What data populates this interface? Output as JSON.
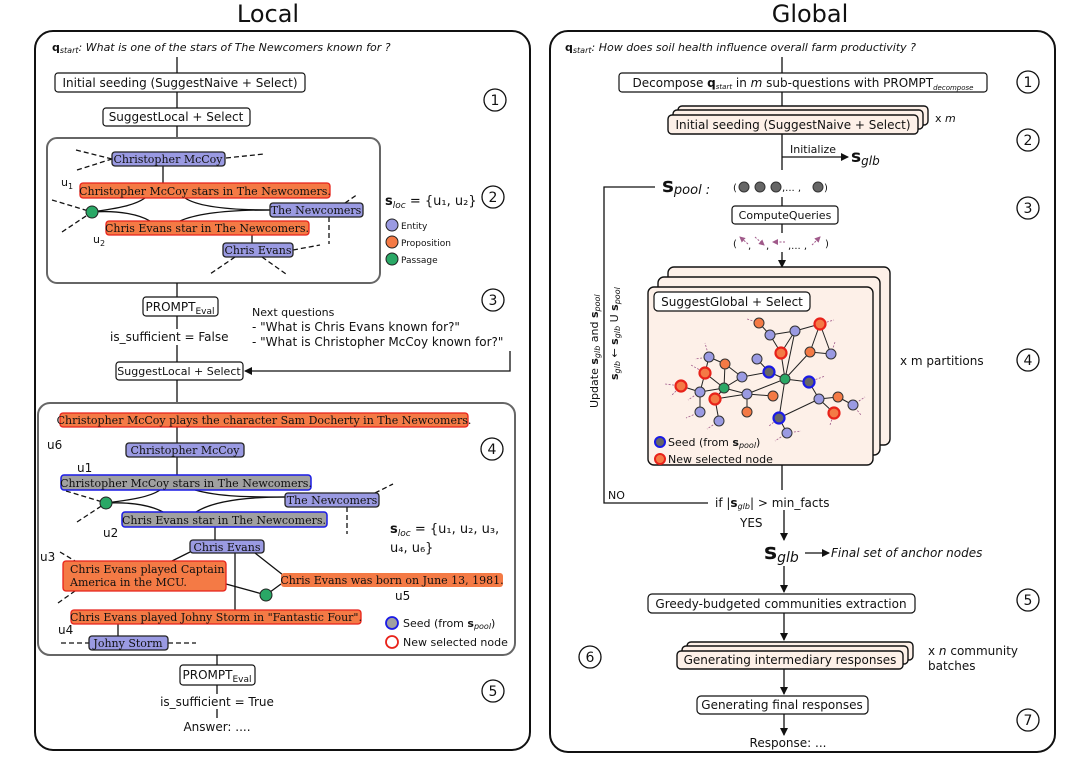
{
  "local": {
    "title": "Local",
    "q_label": "q",
    "q_sub": "start",
    "q_text": ": What is one of the stars of  The Newcomers known for ?",
    "initial_seeding": "Initial seeding (SuggestNaive + Select)",
    "suggest_local_1": "SuggestLocal + Select",
    "graph1": {
      "entity_mccoy": "Christopher McCoy",
      "prop_mccoy_stars": "Christopher McCoy stars in The Newcomers.",
      "entity_newcomers": "The Newcomers",
      "prop_evans_star": "Chris Evans star in The Newcomers.",
      "entity_evans": "Chris Evans",
      "u1": "u",
      "u1_sub": "1",
      "u2": "u",
      "u2_sub": "2",
      "sloc": "s",
      "sloc_sub": "loc",
      "sloc_value": " = {u₁, u₂}"
    },
    "legend_types": [
      {
        "label": "Entity",
        "color": "#9a9ae2"
      },
      {
        "label": "Proposition",
        "color": "#f47a45"
      },
      {
        "label": "Passage",
        "color": "#2aa866"
      }
    ],
    "prompt_eval_1": "PROMPT",
    "prompt_eval_1_sub": "Eval",
    "is_sufficient_false": "is_sufficient = False",
    "next_questions_title": "Next questions",
    "next_questions": [
      "- \"What is Chris Evans known for?\"",
      "- \"What is Christopher McCoy known for?\""
    ],
    "suggest_local_2": "SuggestLocal + Select",
    "graph2": {
      "prop_mccoy_docherty": "Christopher McCoy plays the character Sam Docherty in The Newcomers.",
      "entity_mccoy": "Christopher McCoy",
      "seed_mccoy_stars": "Christopher McCoy stars in The Newcomers.",
      "entity_newcomers": "The Newcomers",
      "seed_evans_star": "Chris Evans star in The Newcomers.",
      "entity_evans": "Chris Evans",
      "prop_captain_1": "Chris Evans played Captain",
      "prop_captain_2": "America in the MCU.",
      "prop_born": "Chris Evans was born on June 13, 1981.",
      "prop_johny": "Chris Evans played Johny Storm in \"Fantastic Four\".",
      "entity_johny": "Johny Storm",
      "u6": "u6",
      "u1": "u1",
      "u2": "u2",
      "u3": "u3",
      "u4": "u4",
      "u5": "u5",
      "sloc": "s",
      "sloc_sub": "loc",
      "sloc_line1": " = {u₁, u₂, u₃,",
      "sloc_line2": "u₄, u₆}"
    },
    "legend_seed": "Seed (from ",
    "legend_seed_s": "s",
    "legend_seed_sub": "pool",
    "legend_seed_end": ")",
    "legend_new": "New selected node",
    "prompt_eval_2": "PROMPT",
    "prompt_eval_2_sub": "Eval",
    "is_sufficient_true": "is_sufficient = True",
    "answer": "Answer: ....",
    "step_numbers": [
      "1",
      "2",
      "3",
      "4",
      "5"
    ]
  },
  "global": {
    "title": "Global",
    "q_label": "q",
    "q_sub": "start",
    "q_text": ": How does soil health influence overall farm productivity ?",
    "decompose_a": "Decompose ",
    "decompose_q": "q",
    "decompose_q_sub": "start",
    "decompose_b": " in ",
    "decompose_m": "m",
    "decompose_c": " sub-questions with PROMPT",
    "decompose_sub": "decompose",
    "initial_seeding": "Initial seeding (SuggestNaive + Select)",
    "times_m": "x ",
    "times_m_var": "m",
    "initialize": "Initialize",
    "s_glb": "s",
    "s_glb_sub": "glb",
    "s_pool": "s",
    "s_pool_sub": "pool :",
    "pool_tuple": "(",
    "pool_tuple_mid": ",... ,",
    "pool_tuple_end": ")",
    "compute_queries": "ComputeQueries",
    "update_text_a": "Update ",
    "update_s1": "s",
    "update_s1_sub": "glb",
    "update_and": " and ",
    "update_s2": "s",
    "update_s2_sub": "pool",
    "update_formula_a": "s",
    "update_formula_a_sub": "glb",
    "update_formula_b": " ← ",
    "update_formula_c": "s",
    "update_formula_c_sub": "glb",
    "update_formula_d": " U ",
    "update_formula_e": "s",
    "update_formula_e_sub": "pool",
    "suggest_global": "SuggestGlobal + Select",
    "legend_seed": "Seed (from ",
    "legend_seed_s": "s",
    "legend_seed_sub": "pool",
    "legend_seed_end": ")",
    "legend_new": "New selected node",
    "times_partitions": "x m partitions",
    "no": "NO",
    "condition_a": "if |",
    "condition_s": "s",
    "condition_sub": "glb",
    "condition_b": "| > min_facts",
    "yes": "YES",
    "final_s": "s",
    "final_sub": "glb",
    "final_label": "Final set of anchor nodes",
    "greedy": "Greedy-budgeted communities extraction",
    "intermediary": "Generating intermediary responses",
    "times_n_a": "x ",
    "times_n_var": "n",
    "times_n_b": " community",
    "times_n_c": "batches",
    "final_responses": "Generating final responses",
    "response": "Response: ...",
    "step_numbers": [
      "1",
      "2",
      "3",
      "4",
      "5",
      "6",
      "7"
    ]
  },
  "colors": {
    "entity": "#9a9ae2",
    "proposition": "#f47a45",
    "passage": "#2aa866",
    "seed_border": "#1a1ae6",
    "new_selected_border": "#e8221a",
    "card_fill": "#fdf0e8",
    "query_arrow": "#a05a8a"
  }
}
